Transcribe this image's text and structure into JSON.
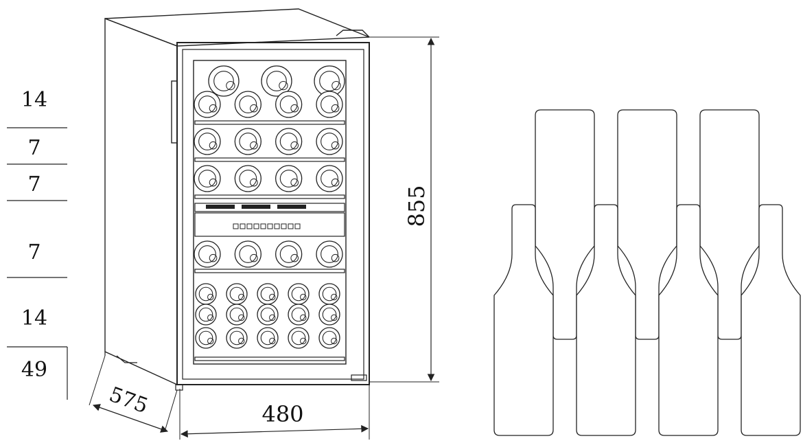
{
  "capacity_labels": [
    "14",
    "7",
    "7",
    "7",
    "14",
    "49"
  ],
  "dimensions": {
    "height": "855",
    "width": "480",
    "depth": "575"
  },
  "shelf_bottles": {
    "rows": [
      {
        "count": 3
      },
      {
        "count": 4
      },
      {
        "count": 4
      },
      {
        "count": 4
      },
      {
        "count": 4
      },
      {
        "count": 5
      },
      {
        "count": 5
      },
      {
        "count": 5
      }
    ]
  },
  "stacked_bottles": {
    "upper_count": 3,
    "lower_count": 4
  },
  "colors": {
    "line": "#222222",
    "background": "#ffffff"
  }
}
